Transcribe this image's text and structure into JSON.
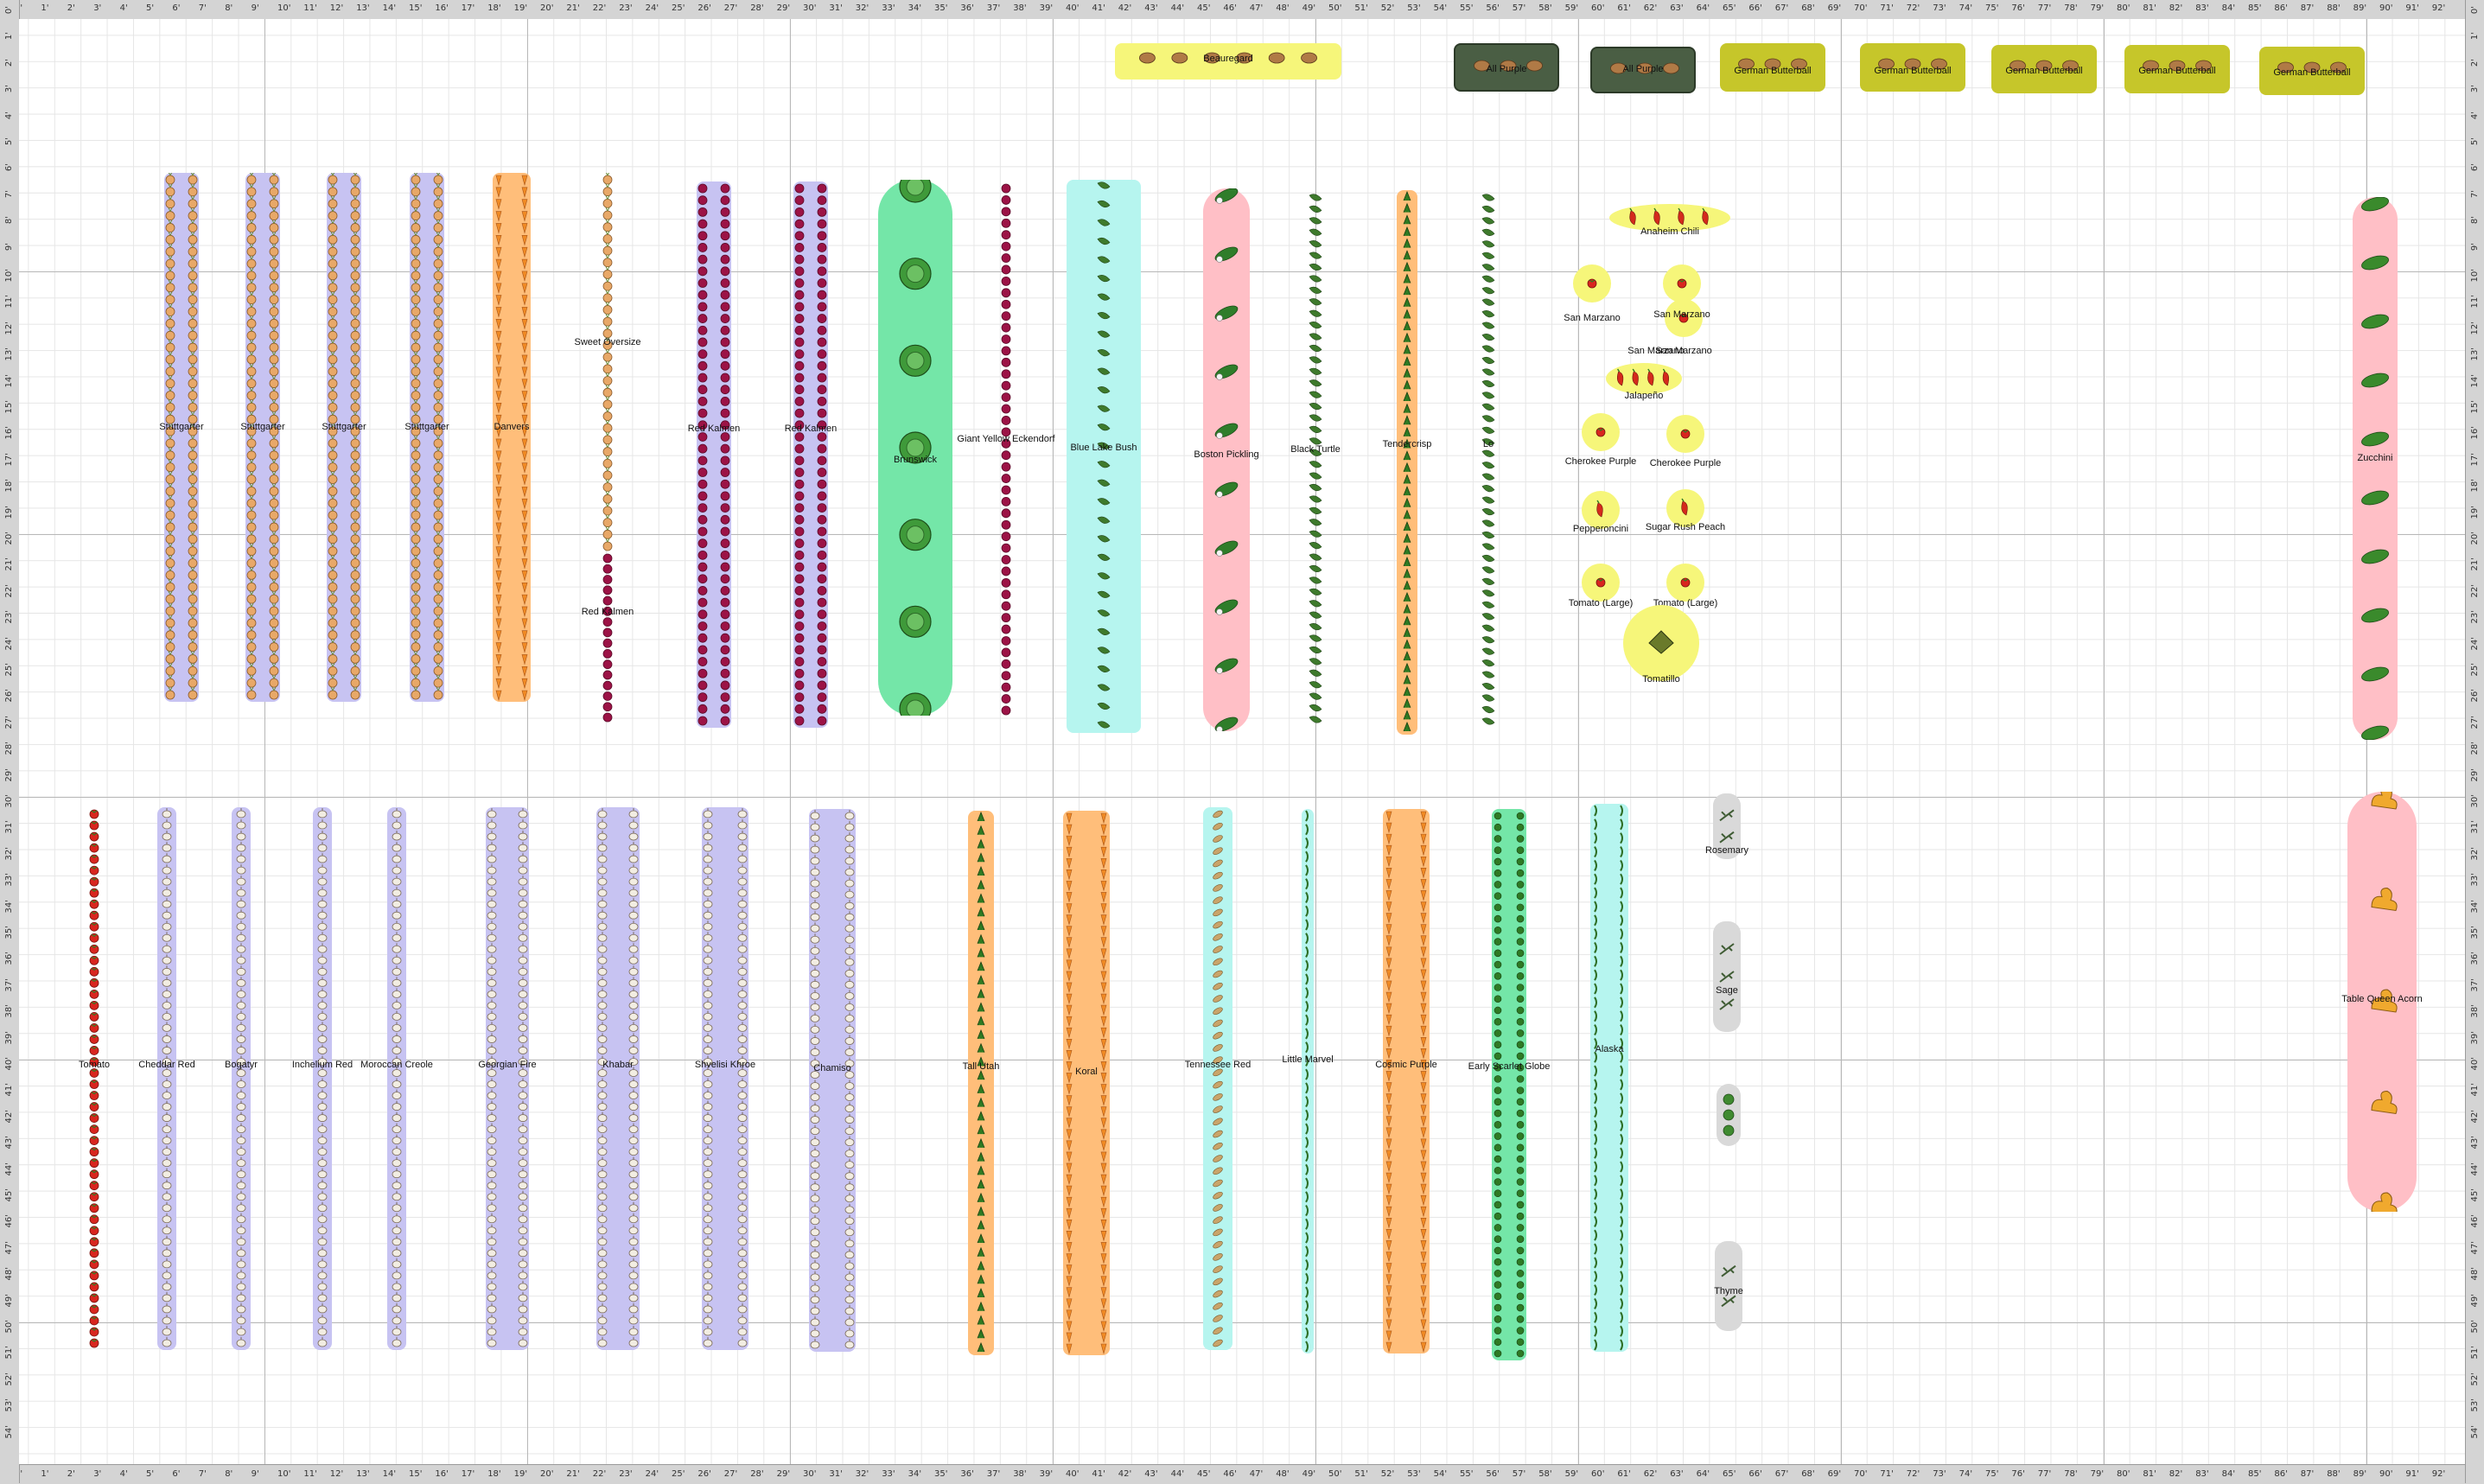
{
  "colors": {
    "lavender": "#c7c3f2",
    "orange": "#ffbe7a",
    "mint": "#74e6a8",
    "aqua": "#b6f5ef",
    "pink": "#ffbfc6",
    "yellow": "#f6f67a",
    "olive": "#c6c62a",
    "darkgreen": "#4a5e44",
    "gray": "#d9d9d9"
  },
  "ruler": {
    "columns": [
      "0'",
      "1'",
      "2'",
      "3'",
      "4'",
      "5'",
      "6'",
      "7'",
      "8'",
      "9'",
      "10'",
      "11'",
      "12'",
      "13'",
      "14'",
      "15'",
      "16'",
      "17'",
      "18'",
      "19'",
      "20'",
      "21'",
      "22'",
      "23'",
      "24'",
      "25'",
      "26'",
      "27'",
      "28'",
      "29'",
      "30'",
      "31'",
      "32'",
      "33'",
      "34'",
      "35'",
      "36'",
      "37'",
      "38'",
      "39'",
      "40'",
      "41'",
      "42'",
      "43'",
      "44'",
      "45'",
      "46'",
      "47'",
      "48'",
      "49'",
      "50'",
      "51'",
      "52'",
      "53'",
      "54'",
      "55'",
      "56'",
      "57'",
      "58'",
      "59'",
      "60'",
      "61'",
      "62'",
      "63'",
      "64'",
      "65'",
      "66'",
      "67'",
      "68'",
      "69'",
      "70'",
      "71'",
      "72'",
      "73'",
      "74'",
      "75'",
      "76'",
      "77'",
      "78'",
      "79'",
      "80'",
      "81'",
      "82'",
      "83'",
      "84'",
      "85'",
      "86'",
      "87'",
      "88'",
      "89'",
      "90'",
      "91'",
      "92'"
    ],
    "rows": [
      "0'",
      "1'",
      "2'",
      "3'",
      "4'",
      "5'",
      "6'",
      "7'",
      "8'",
      "9'",
      "10'",
      "11'",
      "12'",
      "13'",
      "14'",
      "15'",
      "16'",
      "17'",
      "18'",
      "19'",
      "20'",
      "21'",
      "22'",
      "23'",
      "24'",
      "25'",
      "26'",
      "27'",
      "28'",
      "29'",
      "30'",
      "31'",
      "32'",
      "33'",
      "34'",
      "35'",
      "36'",
      "37'",
      "38'",
      "39'",
      "40'",
      "41'",
      "42'",
      "43'",
      "44'",
      "45'",
      "46'",
      "47'",
      "48'",
      "49'",
      "50'",
      "51'",
      "52'",
      "53'",
      "54'"
    ]
  },
  "beds": [
    {
      "label": "Beauregard",
      "color": "yellow",
      "plant": "potato",
      "icon": "sweet-potato-icon"
    },
    {
      "label": "All Purple",
      "color": "darkgreen",
      "plant": "potato",
      "icon": "potato-icon"
    },
    {
      "label": "All Purple",
      "color": "darkgreen",
      "plant": "potato",
      "icon": "potato-icon"
    },
    {
      "label": "German Butterball",
      "color": "olive",
      "plant": "potato",
      "icon": "potato-icon"
    },
    {
      "label": "German Butterball",
      "color": "olive",
      "plant": "potato",
      "icon": "potato-icon"
    },
    {
      "label": "German Butterball",
      "color": "olive",
      "plant": "potato",
      "icon": "potato-icon"
    },
    {
      "label": "German Butterball",
      "color": "olive",
      "plant": "potato",
      "icon": "potato-icon"
    },
    {
      "label": "German Butterball",
      "color": "olive",
      "plant": "potato",
      "icon": "potato-icon"
    },
    {
      "label": "Stuttgarter",
      "color": "lavender",
      "plant": "onion",
      "icon": "onion-icon"
    },
    {
      "label": "Stuttgarter",
      "color": "lavender",
      "plant": "onion",
      "icon": "onion-icon"
    },
    {
      "label": "Stuttgarter",
      "color": "lavender",
      "plant": "onion",
      "icon": "onion-icon"
    },
    {
      "label": "Stuttgarter",
      "color": "lavender",
      "plant": "onion",
      "icon": "onion-icon"
    },
    {
      "label": "Danvers",
      "color": "orange",
      "plant": "carrot",
      "icon": "carrot-icon"
    },
    {
      "label": "Sweet Oversize",
      "color": "none",
      "plant": "onion",
      "icon": "onion-icon"
    },
    {
      "label": "Red Kalmen",
      "color": "none",
      "plant": "beet",
      "icon": "beet-icon"
    },
    {
      "label": "Red Kalmen",
      "color": "lavender",
      "plant": "beet",
      "icon": "beet-icon"
    },
    {
      "label": "Red Kalmen",
      "color": "lavender",
      "plant": "beet",
      "icon": "beet-icon"
    },
    {
      "label": "Brunswick",
      "color": "mint",
      "plant": "cabbage",
      "icon": "cabbage-icon"
    },
    {
      "label": "Giant Yellow Eckendorf",
      "color": "none",
      "plant": "beet",
      "icon": "beet-icon"
    },
    {
      "label": "Blue Lake Bush",
      "color": "aqua",
      "plant": "bean",
      "icon": "bean-icon"
    },
    {
      "label": "Boston Pickling",
      "color": "pink",
      "plant": "cucumber",
      "icon": "cucumber-icon"
    },
    {
      "label": "Black Turtle",
      "color": "none",
      "plant": "bean",
      "icon": "bean-icon"
    },
    {
      "label": "Tendercrisp",
      "color": "orange",
      "plant": "celery",
      "icon": "celery-icon"
    },
    {
      "label": "Lo",
      "color": "none",
      "plant": "bean",
      "icon": "bean-icon"
    },
    {
      "label": "Zucchini",
      "color": "pink",
      "plant": "zucchini",
      "icon": "zucchini-icon"
    },
    {
      "label": "Tomato",
      "color": "none",
      "plant": "tomato",
      "icon": "tomato-icon"
    },
    {
      "label": "Cheddar Red",
      "color": "lavender",
      "plant": "garlic",
      "icon": "garlic-icon"
    },
    {
      "label": "Bogatyr",
      "color": "lavender",
      "plant": "garlic",
      "icon": "garlic-icon"
    },
    {
      "label": "Inchelium Red",
      "color": "lavender",
      "plant": "garlic",
      "icon": "garlic-icon"
    },
    {
      "label": "Moroccan Creole",
      "color": "lavender",
      "plant": "garlic",
      "icon": "garlic-icon"
    },
    {
      "label": "Georgian Fire",
      "color": "lavender",
      "plant": "garlic",
      "icon": "garlic-icon"
    },
    {
      "label": "Khabar",
      "color": "lavender",
      "plant": "garlic",
      "icon": "garlic-icon"
    },
    {
      "label": "Shvelisi Khroe",
      "color": "lavender",
      "plant": "garlic",
      "icon": "garlic-icon"
    },
    {
      "label": "Chamiso",
      "color": "lavender",
      "plant": "garlic",
      "icon": "garlic-icon"
    },
    {
      "label": "Tall Utah",
      "color": "orange",
      "plant": "celery",
      "icon": "celery-icon"
    },
    {
      "label": "Koral",
      "color": "orange",
      "plant": "carrot",
      "icon": "carrot-icon"
    },
    {
      "label": "Tennessee Red",
      "color": "aqua",
      "plant": "peanut",
      "icon": "peanut-icon"
    },
    {
      "label": "Little Marvel",
      "color": "aqua",
      "plant": "pea",
      "icon": "pea-icon"
    },
    {
      "label": "Cosmic Purple",
      "color": "orange",
      "plant": "carrot",
      "icon": "carrot-icon"
    },
    {
      "label": "Early Scarlet Globe",
      "color": "mint",
      "plant": "radish",
      "icon": "radish-icon"
    },
    {
      "label": "Alaska",
      "color": "aqua",
      "plant": "pea",
      "icon": "pea-icon"
    },
    {
      "label": "Table Queen Acorn",
      "color": "pink",
      "plant": "squash",
      "icon": "squash-icon"
    }
  ],
  "singles": [
    {
      "label": "Anaheim Chili",
      "color": "yellow",
      "icon": "pepper-icon"
    },
    {
      "label": "San Marzano",
      "color": "yellow",
      "icon": "tomato-icon"
    },
    {
      "label": "San Marzano",
      "color": "yellow",
      "icon": "tomato-icon"
    },
    {
      "label": "San Marzano",
      "color": "yellow",
      "icon": "tomato-icon"
    },
    {
      "label": "Jalapeño",
      "color": "yellow",
      "icon": "pepper-icon"
    },
    {
      "label": "Cherokee Purple",
      "color": "yellow",
      "icon": "tomato-icon"
    },
    {
      "label": "Cherokee Purple",
      "color": "yellow",
      "icon": "tomato-icon"
    },
    {
      "label": "Pepperoncini",
      "color": "yellow",
      "icon": "pepper-icon"
    },
    {
      "label": "Sugar Rush Peach",
      "color": "yellow",
      "icon": "pepper-icon"
    },
    {
      "label": "Tomato (Large)",
      "color": "yellow",
      "icon": "tomato-icon"
    },
    {
      "label": "Tomato (Large)",
      "color": "yellow",
      "icon": "tomato-icon"
    },
    {
      "label": "Tomatillo",
      "color": "yellow",
      "icon": "tomatillo-icon"
    },
    {
      "label": "Rosemary",
      "color": "gray",
      "icon": "rosemary-icon"
    },
    {
      "label": "Sage",
      "color": "gray",
      "icon": "sage-icon"
    },
    {
      "label": "",
      "color": "gray",
      "icon": "basil-icon"
    },
    {
      "label": "Thyme",
      "color": "gray",
      "icon": "thyme-icon"
    }
  ]
}
